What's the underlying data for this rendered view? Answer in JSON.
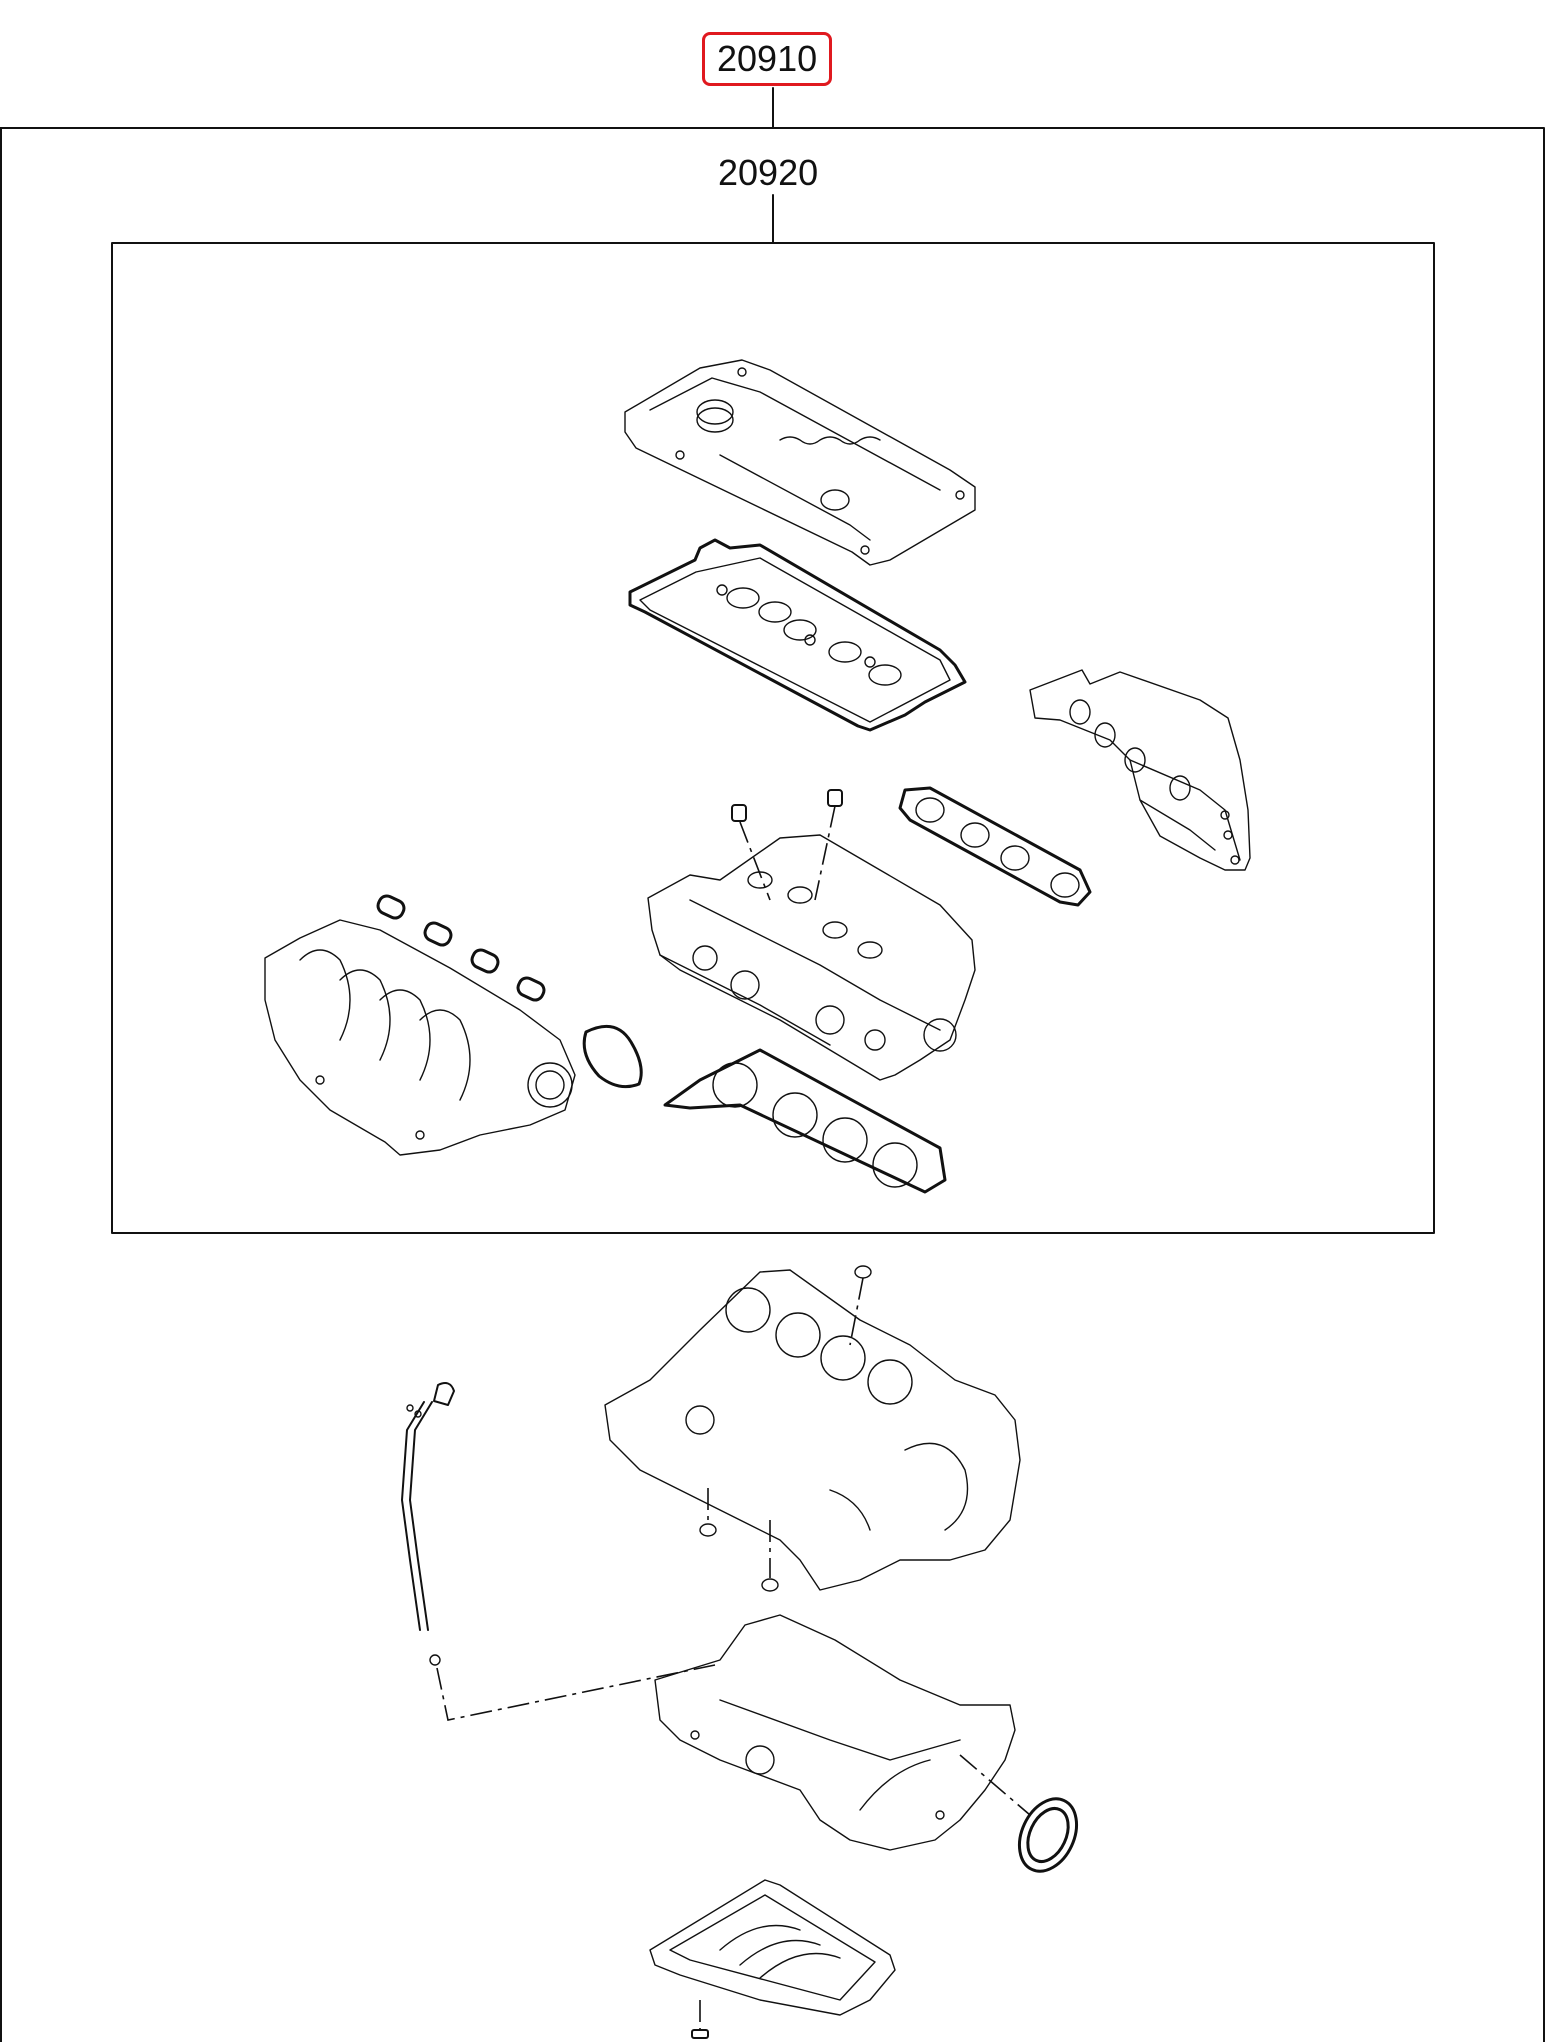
{
  "callouts": {
    "overhaul_kit": "20910",
    "head_kit": "20920"
  },
  "parts": [
    "cylinder-head-cover",
    "head-cover-gasket",
    "exhaust-manifold",
    "exhaust-manifold-gasket",
    "valve-stem-seal",
    "cylinder-head",
    "intake-manifold",
    "intake-manifold-gaskets",
    "throttle-body-gasket",
    "cylinder-head-gasket",
    "cylinder-block",
    "oil-level-gauge",
    "oil-pan-upper",
    "rear-oil-seal",
    "oil-pan-lower",
    "drain-plug"
  ],
  "colors": {
    "highlight": "#e0191f",
    "line": "#111111",
    "background": "#ffffff"
  }
}
